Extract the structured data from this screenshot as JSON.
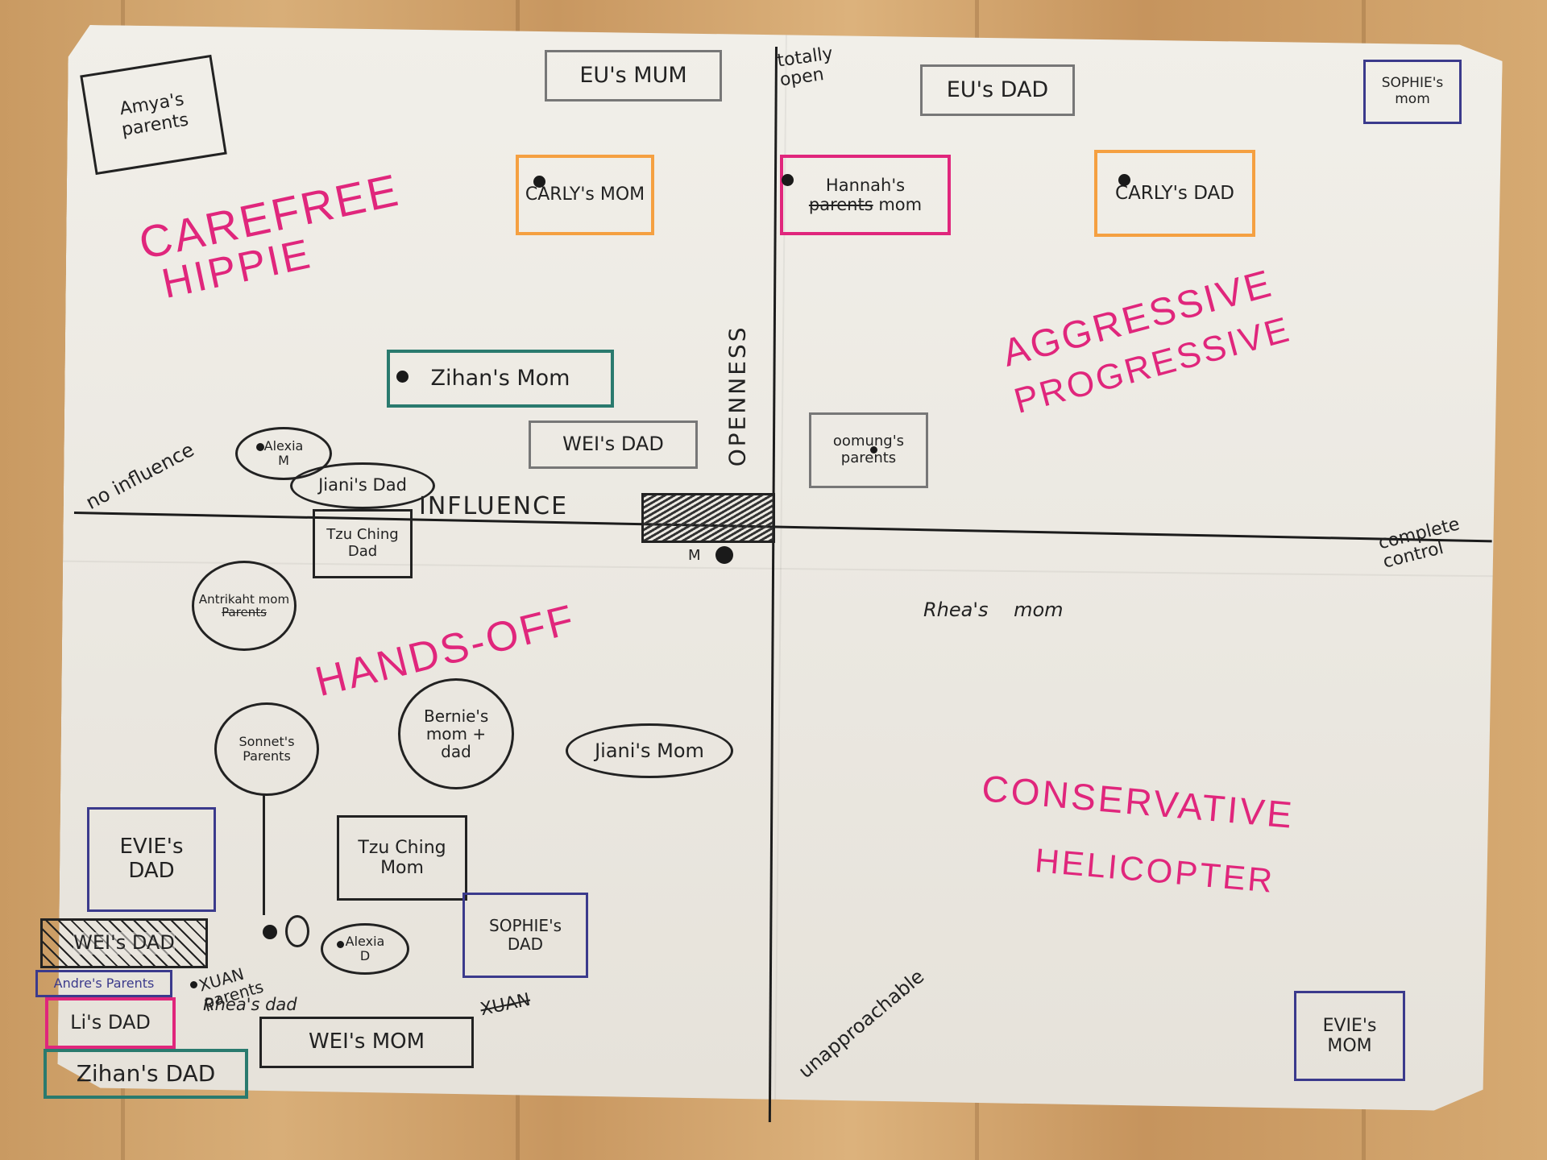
{
  "labels": {
    "corner_left": "Amya's parents",
    "eu_mum": "EU's MUM",
    "eu_dad": "EU's DAD",
    "totally_open": "totally open",
    "sophies_mom": "SOPHIE's mom",
    "carly_mom": "CARLY's MOM",
    "hannah": "Hannah's",
    "hannah_struck": "parents",
    "hannah_mom": "mom",
    "carly_dad": "CARLY's DAD",
    "zihan_mom": "Zihan's Mom",
    "wei_dad": "WEI's DAD",
    "oomung": "oomung's parents",
    "alexia_m": "Alexia M",
    "jiani_dad": "Jiani's Dad",
    "no_influence": "no influence",
    "influence": "INFLUENCE",
    "openness": "OPENNESS",
    "tzu_ching_dad": "Tzu Ching Dad",
    "m_label": "M",
    "complete_control": "complete control",
    "antrikaht": "Antrikaht mom",
    "antrikaht_struck": "Parents",
    "rhea_mom": "Rhea's mom",
    "bernie": "Bernie's mom + dad",
    "jiani_mom": "Jiani's Mom",
    "sonnet": "Sonnet's Parents",
    "evie_dad": "EVIE's DAD",
    "tzu_ching_mom": "Tzu Ching Mom",
    "wei_dad_crossed": "WEI's DAD",
    "andre": "Andre's Parents",
    "xuan": "XUAN parents",
    "alexia_d": "Alexia D",
    "sophie_dad": "SOPHIE's DAD",
    "xuan_struck": "XUAN",
    "rhea_dad": "Rhea's dad",
    "li_dad": "Li's DAD",
    "wei_mom": "WEI's MOM",
    "unapproachable": "unapproachable",
    "zihan_dad": "Zihan's DAD",
    "evie_mom": "EVIE's MOM"
  },
  "quadrants": {
    "q1a": "CAREFREE",
    "q1b": "HIPPIE",
    "q2a": "AGGRESSIVE",
    "q2b": "PROGRESSIVE",
    "q3": "HANDS-OFF",
    "q4a": "CONSERVATIVE",
    "q4b": "HELICOPTER"
  },
  "colors": {
    "marker_pink": "#e0267c",
    "marker_orange": "#f5a041",
    "marker_blue": "#3b3a8c",
    "marker_teal": "#2a7a6e",
    "marker_gray": "#777777",
    "marker_black": "#222222"
  }
}
